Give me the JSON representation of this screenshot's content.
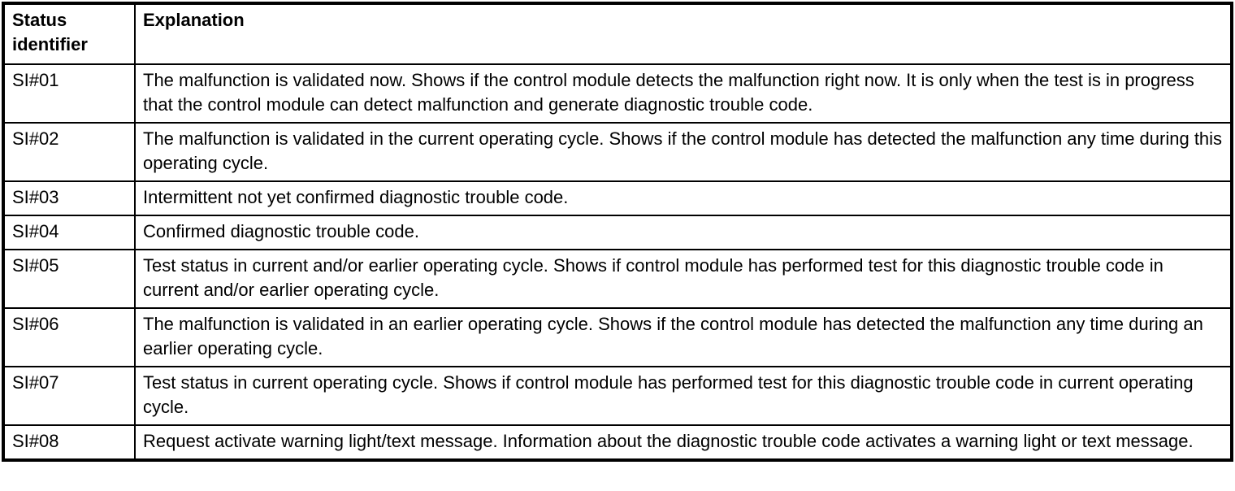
{
  "colors": {
    "text": "#000000",
    "background": "#ffffff",
    "border": "#000000"
  },
  "table": {
    "columns": [
      {
        "label": "Status identifier"
      },
      {
        "label": "Explanation"
      }
    ],
    "rows": [
      {
        "status_identifier": "SI#01",
        "explanation": "The malfunction is validated now. Shows if the control module detects the malfunction right now. It is only when the test is in progress that the control module can detect malfunction and generate diagnostic trouble code."
      },
      {
        "status_identifier": "SI#02",
        "explanation": "The malfunction is validated in the current operating cycle. Shows if the control module has detected the malfunction any time during this operating cycle."
      },
      {
        "status_identifier": "SI#03",
        "explanation": "Intermittent not yet confirmed diagnostic trouble code."
      },
      {
        "status_identifier": "SI#04",
        "explanation": "Confirmed diagnostic trouble code."
      },
      {
        "status_identifier": "SI#05",
        "explanation": "Test status in current and/or earlier operating cycle. Shows if control module has performed test for this diagnostic trouble code in current and/or earlier operating cycle."
      },
      {
        "status_identifier": "SI#06",
        "explanation": "The malfunction is validated in an earlier operating cycle. Shows if the control module has detected the malfunction any time during an earlier operating cycle."
      },
      {
        "status_identifier": "SI#07",
        "explanation": "Test status in current operating cycle. Shows if control module has performed test for this diagnostic trouble code in current operating cycle."
      },
      {
        "status_identifier": "SI#08",
        "explanation": "Request activate warning light/text message. Information about the diagnostic trouble code activates a warning light or text message."
      }
    ]
  }
}
